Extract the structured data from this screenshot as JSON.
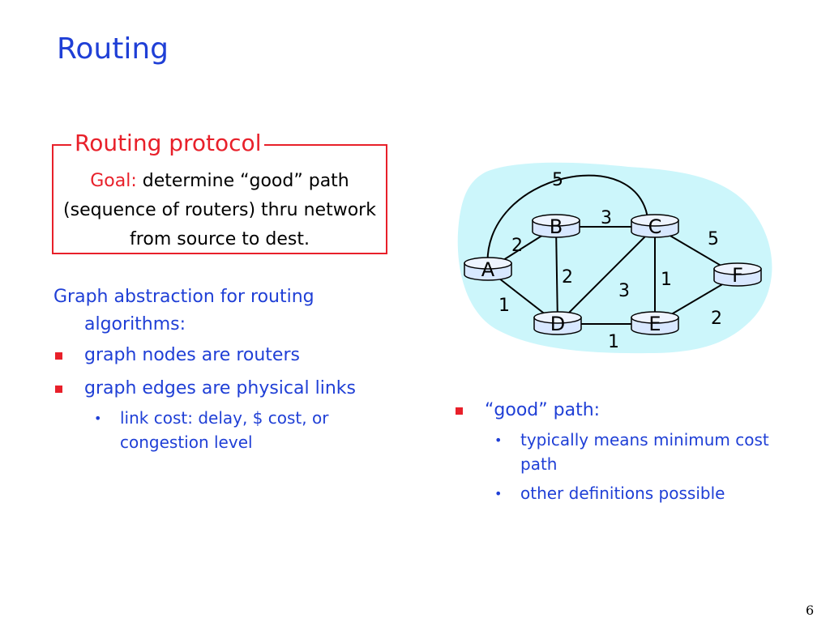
{
  "title": "Routing",
  "protocol_box": {
    "legend": "Routing protocol",
    "goal_label": "Goal:",
    "goal_text": " determine “good” path (sequence of routers) thru network from source to dest."
  },
  "abstraction": {
    "intro": "Graph abstraction for routing algorithms:",
    "items": [
      {
        "text": "graph nodes are routers"
      },
      {
        "text": "graph edges are physical links"
      }
    ],
    "sub_items": [
      "link cost: delay, $ cost, or congestion level"
    ]
  },
  "good_path": {
    "heading": "“good” path:",
    "sub_items": [
      "typically means minimum cost path",
      "other definitions possible"
    ]
  },
  "graph": {
    "nodes": {
      "A": {
        "label": "A"
      },
      "B": {
        "label": "B"
      },
      "C": {
        "label": "C"
      },
      "D": {
        "label": "D"
      },
      "E": {
        "label": "E"
      },
      "F": {
        "label": "F"
      }
    },
    "edges": [
      {
        "from": "A",
        "to": "C",
        "weight": "5",
        "curved": true
      },
      {
        "from": "B",
        "to": "C",
        "weight": "3"
      },
      {
        "from": "C",
        "to": "F",
        "weight": "5"
      },
      {
        "from": "A",
        "to": "B",
        "weight": "2"
      },
      {
        "from": "B",
        "to": "D",
        "weight": "2"
      },
      {
        "from": "C",
        "to": "D",
        "weight": "3"
      },
      {
        "from": "C",
        "to": "E",
        "weight": "1"
      },
      {
        "from": "A",
        "to": "D",
        "weight": "1"
      },
      {
        "from": "D",
        "to": "E",
        "weight": "1"
      },
      {
        "from": "E",
        "to": "F",
        "weight": "2"
      }
    ]
  },
  "colors": {
    "title": "#1f3fd6",
    "accent_red": "#e8202a",
    "cloud": "#ccf6fb",
    "router_fill": "#d8e8ff"
  },
  "page_number": "6"
}
